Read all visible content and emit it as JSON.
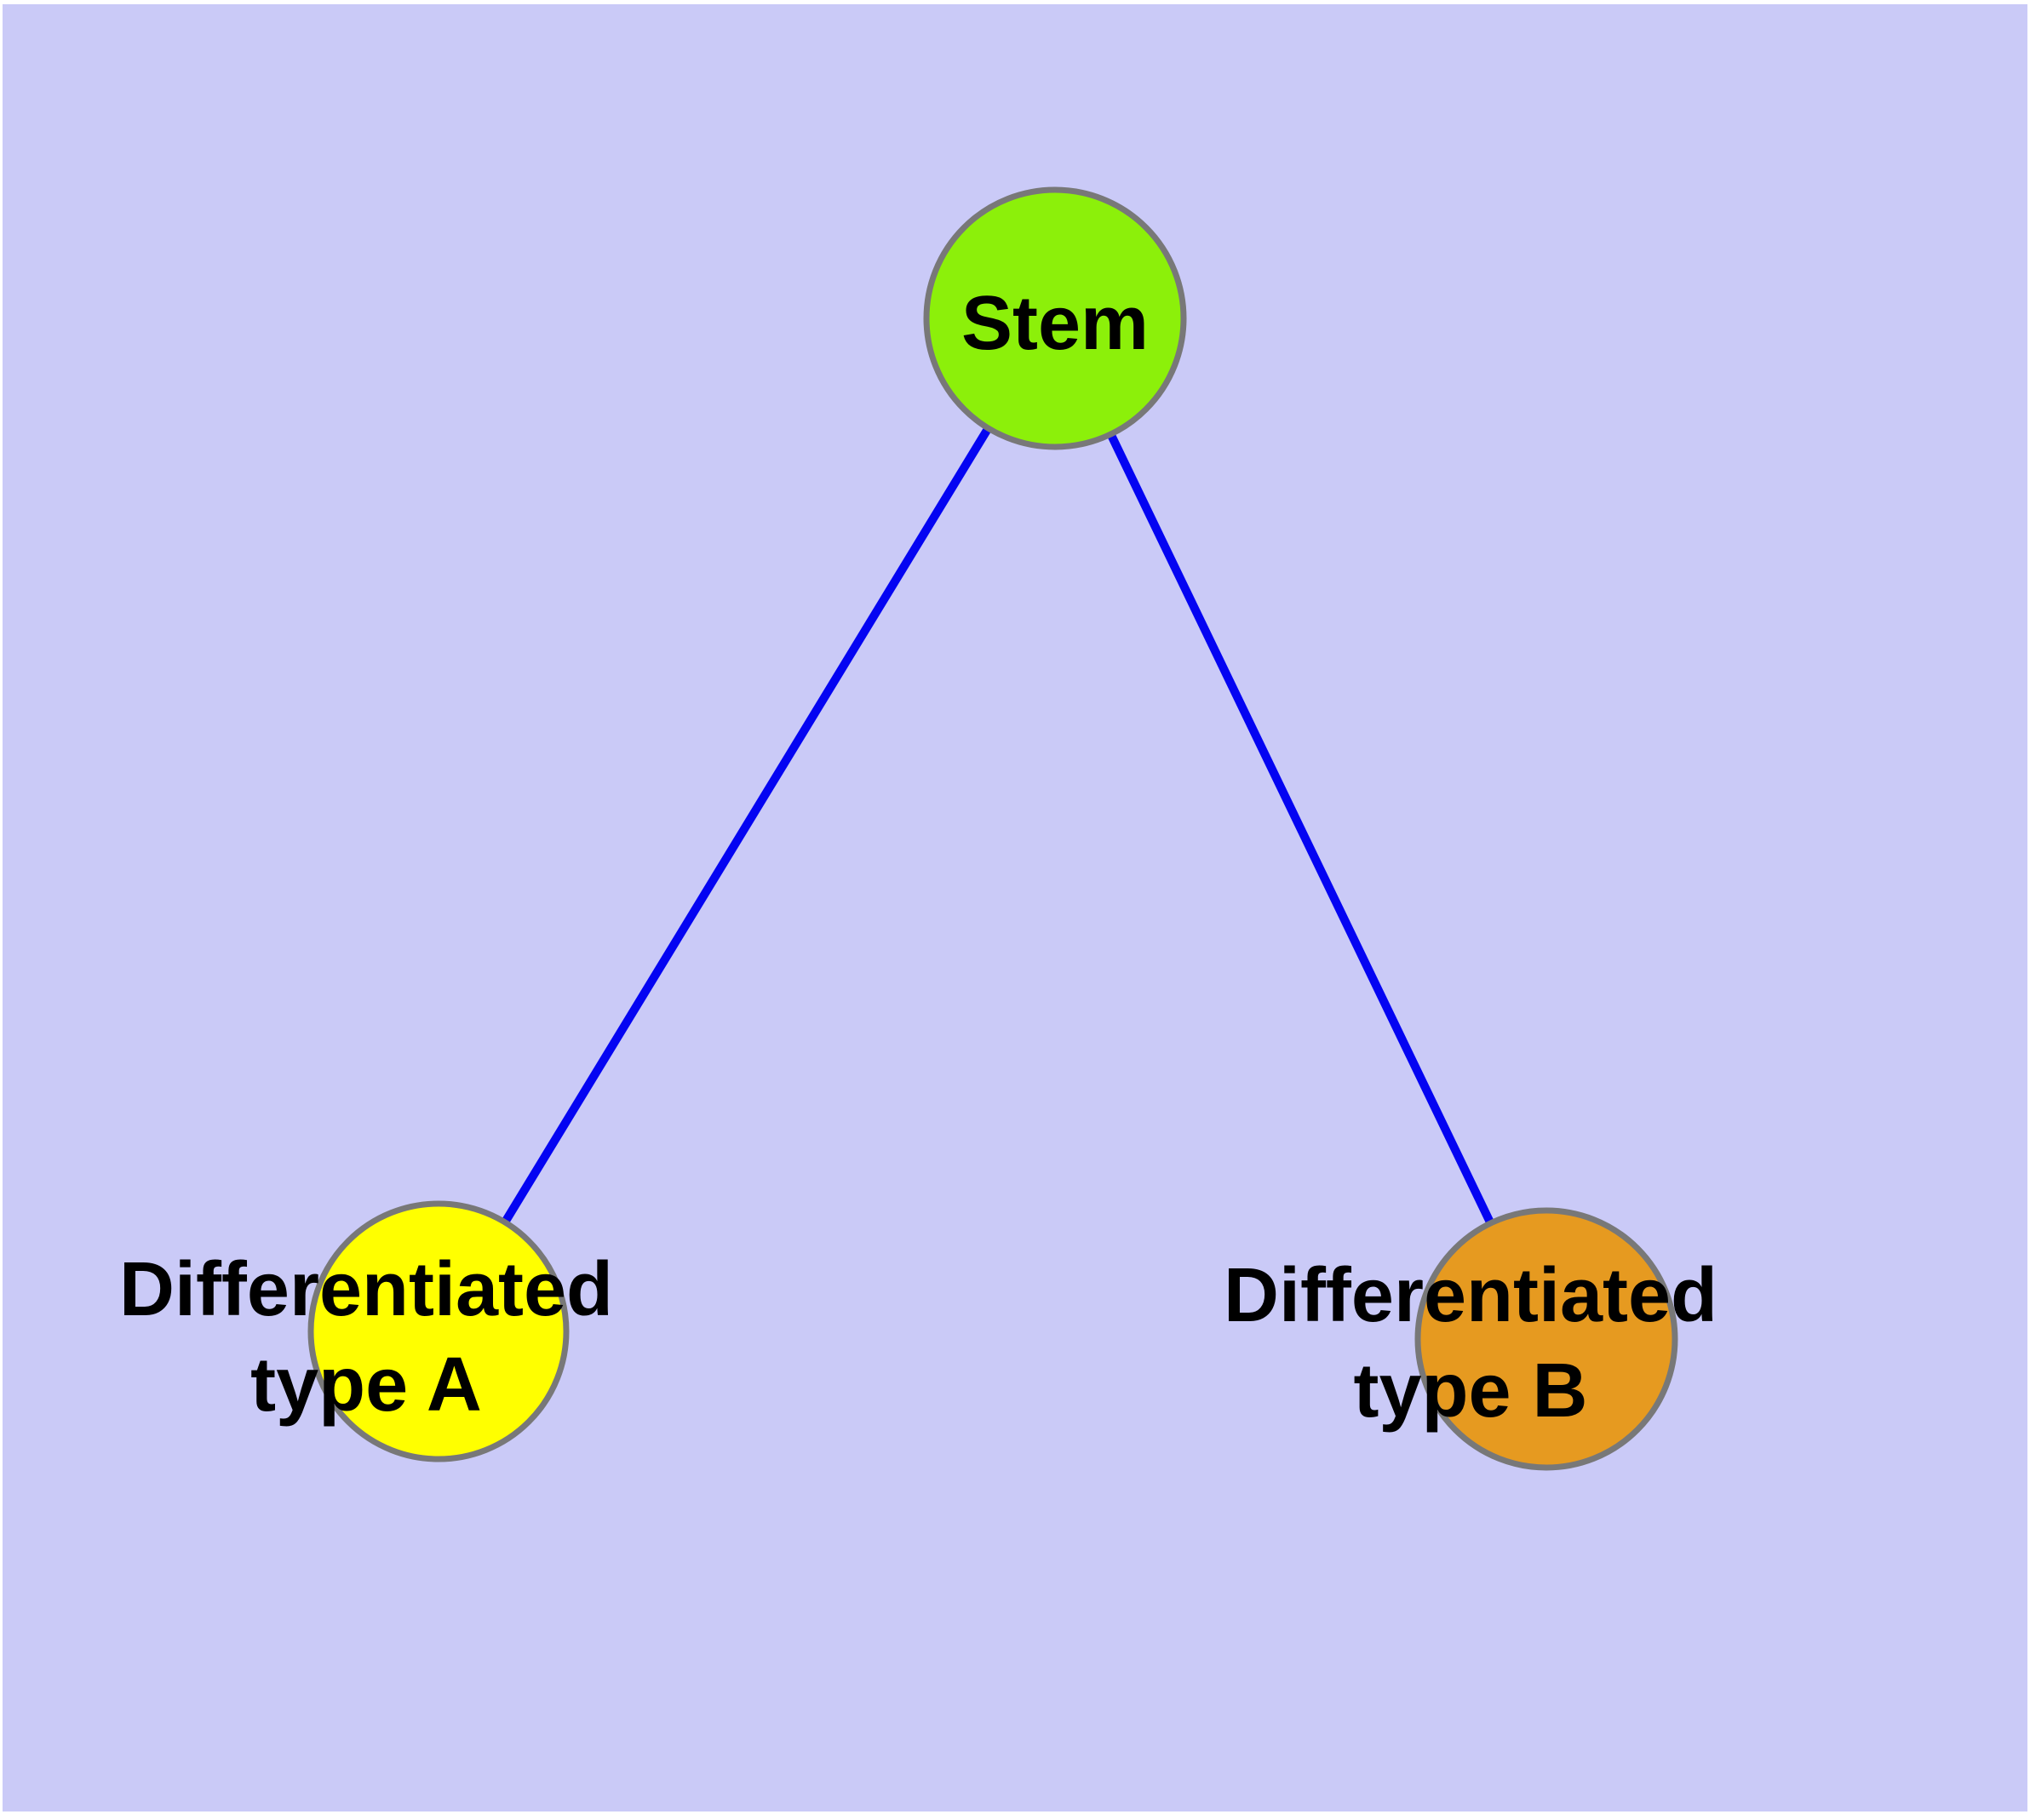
{
  "diagram": {
    "type": "graph",
    "colors": {
      "page_background": "#ffffff",
      "plot_background": "#cacaf7",
      "edge": "#0404f2",
      "node_border": "#787878",
      "label_text": "#000000"
    },
    "nodes": {
      "stem": {
        "label": "Stem",
        "color": "#8cf00a"
      },
      "type_a": {
        "label_line1": "Differentiated",
        "label_line2": "type A",
        "color": "#ffff00"
      },
      "type_b": {
        "label_line1": "Differentiated",
        "label_line2": "type B",
        "color": "#e69a20"
      }
    },
    "edges": [
      {
        "from": "Stem",
        "to": "Differentiated type A"
      },
      {
        "from": "Stem",
        "to": "Differentiated type B"
      }
    ]
  }
}
